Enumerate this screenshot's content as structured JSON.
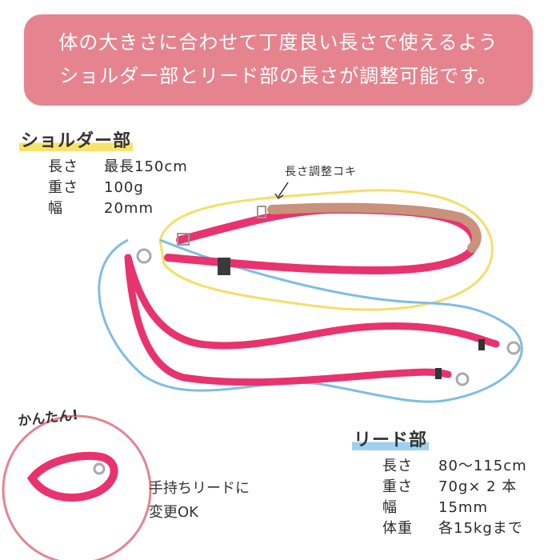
{
  "banner": {
    "line1": "体の大きさに合わせて丁度良い長さで使えるよう",
    "line2": "ショルダー部とリード部の長さが調整可能です。"
  },
  "shoulder": {
    "title": "ショルダー部",
    "specs": [
      {
        "label": "長さ",
        "value": "最長150cm"
      },
      {
        "label": "重さ",
        "value": "100g"
      },
      {
        "label": "幅",
        "value": "20mm"
      }
    ]
  },
  "callout": {
    "adjuster": "長さ調整コキ"
  },
  "lead": {
    "title": "リード部",
    "specs": [
      {
        "label": "長さ",
        "value": "80～115cm"
      },
      {
        "label": "重さ",
        "value": "70g× 2 本"
      },
      {
        "label": "幅",
        "value": "15mm"
      },
      {
        "label": "体重",
        "value": "各15kgまで"
      }
    ]
  },
  "easy_label": "かんたん!",
  "handheld_note": {
    "line1": "手持ちリードに",
    "line2": "変更OK"
  },
  "colors": {
    "banner": "#e5848f",
    "strap_pink": "#e8336f",
    "strap_tan": "#c9927a",
    "outline_yellow": "#f3df6a",
    "outline_blue": "#7fbde6"
  }
}
